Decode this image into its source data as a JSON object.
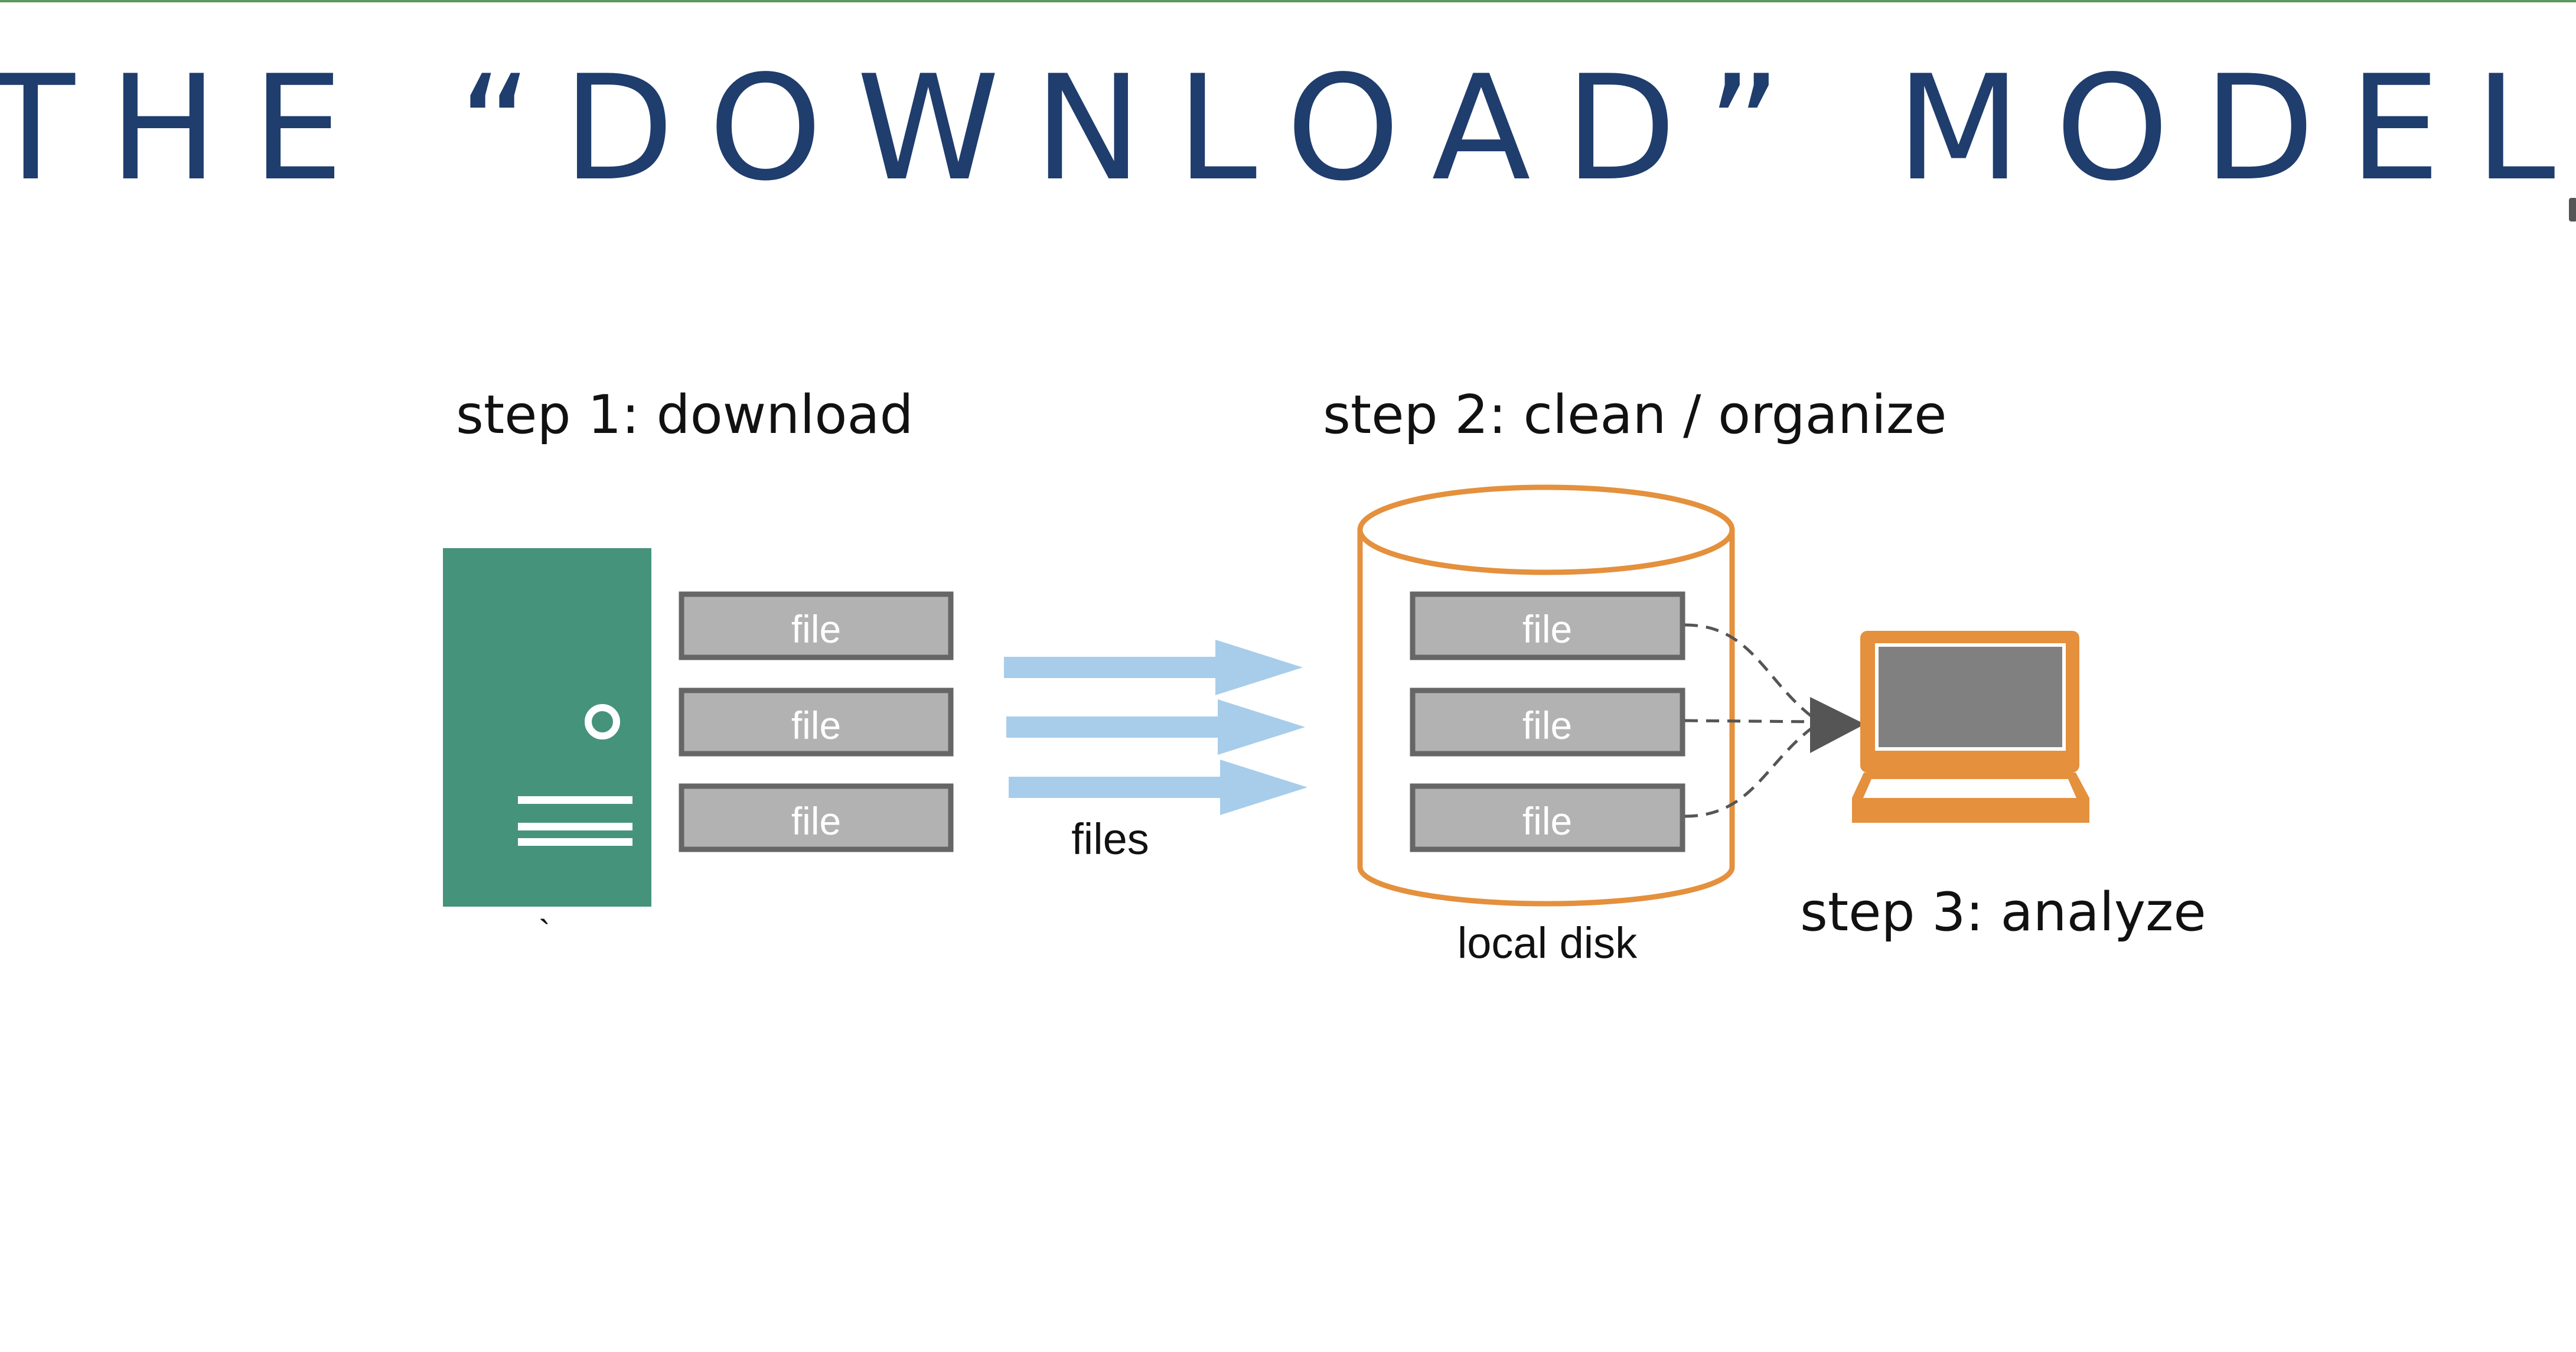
{
  "slide": {
    "title": "THE “DOWNLOAD” MODEL"
  },
  "steps": {
    "step1": "step 1: download",
    "step2": "step 2: clean / organize",
    "step3": "step 3: analyze"
  },
  "server": {
    "files": [
      "file",
      "file",
      "file"
    ],
    "footnote": "`"
  },
  "transfer": {
    "label": "files"
  },
  "disk": {
    "files": [
      "file",
      "file",
      "file"
    ],
    "label": "local disk"
  },
  "colors": {
    "title": "#1f3d6d",
    "server": "#46937c",
    "file_fill": "#b2b2b2",
    "file_stroke": "#666666",
    "arrow": "#a7cdeb",
    "disk": "#e4903d",
    "laptop": "#e4903d",
    "screen": "#808080",
    "connector": "#555555",
    "top_rule": "#5a9a5e"
  },
  "icons": [
    "server-icon",
    "database-icon",
    "laptop-icon",
    "arrow-icon"
  ]
}
